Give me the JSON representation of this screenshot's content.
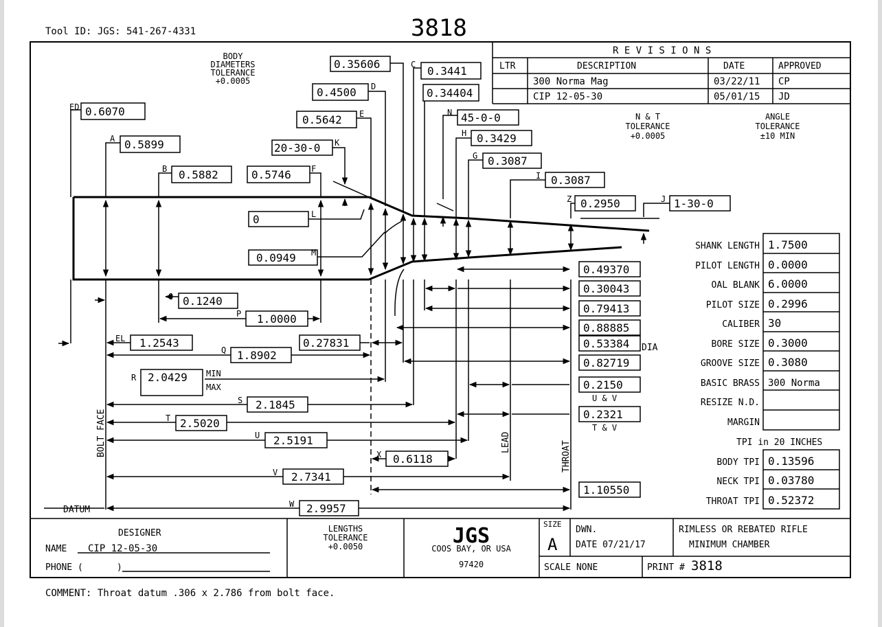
{
  "header": {
    "tool_id": "Tool ID: JGS: 541-267-4331",
    "print_number_top": "3818"
  },
  "revisions": {
    "title": "R E V I S I O N S",
    "columns": [
      "LTR",
      "DESCRIPTION",
      "DATE",
      "APPROVED"
    ],
    "rows": [
      {
        "ltr": "",
        "description": "300 Norma Mag",
        "date": "03/22/11",
        "approved": "CP"
      },
      {
        "ltr": "",
        "description": "CIP 12-05-30",
        "date": "05/01/15",
        "approved": "JD"
      }
    ]
  },
  "notes": {
    "body_tol_1": "BODY",
    "body_tol_2": "DIAMETERS",
    "body_tol_3": "TOLERANCE",
    "body_tol_4": "+0.0005",
    "nt_tol_1": "N & T",
    "nt_tol_2": "TOLERANCE",
    "nt_tol_3": "+0.0005",
    "angle_tol_1": "ANGLE",
    "angle_tol_2": "TOLERANCE",
    "angle_tol_3": "±10 MIN"
  },
  "dims": {
    "ed_label": "ED",
    "ed": "0.6070",
    "a_label": "A",
    "a": "0.5899",
    "b_label": "B",
    "b": "0.5882",
    "f_label": "F",
    "f": "0.5746",
    "e_label": "E",
    "e": "0.5642",
    "d_label": "D",
    "d": "0.4500",
    "c_label": "C",
    "c": "0.3441",
    "top_d_val": "0.35606",
    "c_extra": "0.34404",
    "k_label": "K",
    "k": "20-30-0",
    "n_label": "N",
    "n": "45-0-0",
    "h_label": "H",
    "h": "0.3429",
    "g_label": "G",
    "g": "0.3087",
    "i_label": "I",
    "i": "0.3087",
    "z_label": "Z",
    "z": "0.2950",
    "j_label": "J",
    "j": "1-30-0",
    "l_label": "L",
    "l": "0",
    "m_label": "M",
    "m": "0.0949",
    "o_label": "O",
    "o": "0.1240",
    "p_label": "P",
    "p": "1.0000",
    "el_label": "EL",
    "el": "1.2543",
    "q_label": "Q",
    "q": "1.8902",
    "r_label": "R",
    "r": "2.0429",
    "r_min": "MIN",
    "r_max": "MAX",
    "s_label": "S",
    "s": "2.1845",
    "t_label": "T",
    "t": "2.5020",
    "u_label": "U",
    "u": "2.5191",
    "x_label": "X",
    "x": "0.6118",
    "v_label": "V",
    "v": "2.7341",
    "w_label": "W",
    "w": "2.9957",
    "shoulder": "0.27831",
    "r1": "0.49370",
    "r2": "0.30043",
    "r3": "0.79413",
    "r4": "0.88885",
    "r5": "0.53384",
    "r5_suffix": "DIA",
    "r6": "0.82719",
    "r7": "0.2150",
    "r7_label": "U & V",
    "r8": "0.2321",
    "r8_label": "T & V",
    "r9": "1.10550",
    "bolt_face": "BOLT FACE",
    "lead": "LEAD",
    "throat": "THROAT",
    "datum": "DATUM"
  },
  "specs": [
    {
      "label": "SHANK LENGTH",
      "value": "1.7500"
    },
    {
      "label": "PILOT LENGTH",
      "value": "0.0000"
    },
    {
      "label": "OAL BLANK",
      "value": "6.0000"
    },
    {
      "label": "PILOT SIZE",
      "value": "0.2996"
    },
    {
      "label": "CALIBER",
      "value": "30"
    },
    {
      "label": "BORE SIZE",
      "value": "0.3000"
    },
    {
      "label": "GROOVE SIZE",
      "value": "0.3080"
    },
    {
      "label": "BASIC BRASS",
      "value": "300 Norma"
    },
    {
      "label": "RESIZE N.D.",
      "value": ""
    },
    {
      "label": "MARGIN",
      "value": ""
    }
  ],
  "tpi": {
    "header": "TPI in 20 INCHES",
    "rows": [
      {
        "label": "BODY TPI",
        "value": "0.13596"
      },
      {
        "label": "NECK TPI",
        "value": "0.03780"
      },
      {
        "label": "THROAT TPI",
        "value": "0.52372"
      }
    ]
  },
  "title_block": {
    "designer": "DESIGNER",
    "name_label": "NAME",
    "name_value": "CIP 12-05-30",
    "phone_label": "PHONE (",
    "phone_paren": ")",
    "len_tol_1": "LENGTHS",
    "len_tol_2": "TOLERANCE",
    "len_tol_3": "+0.0050",
    "company": "JGS",
    "city": "COOS BAY, OR USA",
    "zip": "97420",
    "size_label": "SIZE",
    "size_value": "A",
    "dwn_label": "DWN.",
    "date_label": "DATE 07/21/17",
    "desc_1": "RIMLESS OR REBATED RIFLE",
    "desc_2": "MINIMUM CHAMBER",
    "scale_label": "SCALE  NONE",
    "print_label": "PRINT #",
    "print_value": "3818"
  },
  "comment": "COMMENT: Throat datum .306 x 2.786 from bolt face."
}
